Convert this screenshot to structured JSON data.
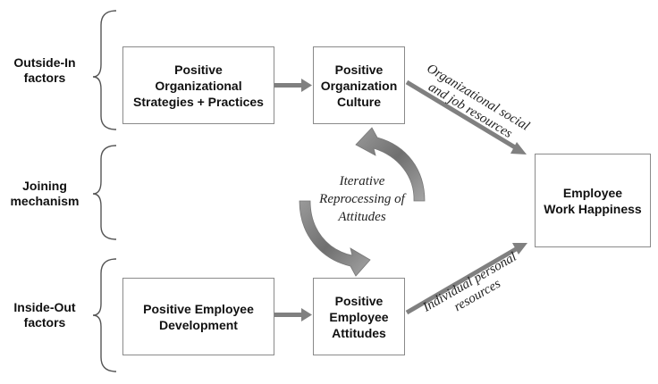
{
  "sections": {
    "outside_in": [
      "Outside-In",
      "factors"
    ],
    "joining": [
      "Joining",
      "mechanism"
    ],
    "inside_out": [
      "Inside-Out",
      "factors"
    ]
  },
  "boxes": {
    "strategies": [
      "Positive",
      "Organizational",
      "Strategies + Practices"
    ],
    "culture": [
      "Positive",
      "Organization",
      "Culture"
    ],
    "development": [
      "Positive Employee",
      "Development"
    ],
    "attitudes": [
      "Positive",
      "Employee",
      "Attitudes"
    ],
    "happiness": [
      "Employee",
      "Work Happiness"
    ]
  },
  "cycle_label": [
    "Iterative",
    "Reprocessing of",
    "Attitudes"
  ],
  "arrow_labels": {
    "upper": [
      "Organizational social",
      "and job resources"
    ],
    "lower": [
      "Individual personal",
      "resources"
    ]
  },
  "colors": {
    "arrow": "#808080",
    "box_border": "#8a8a8a",
    "bracket": "#555555"
  }
}
